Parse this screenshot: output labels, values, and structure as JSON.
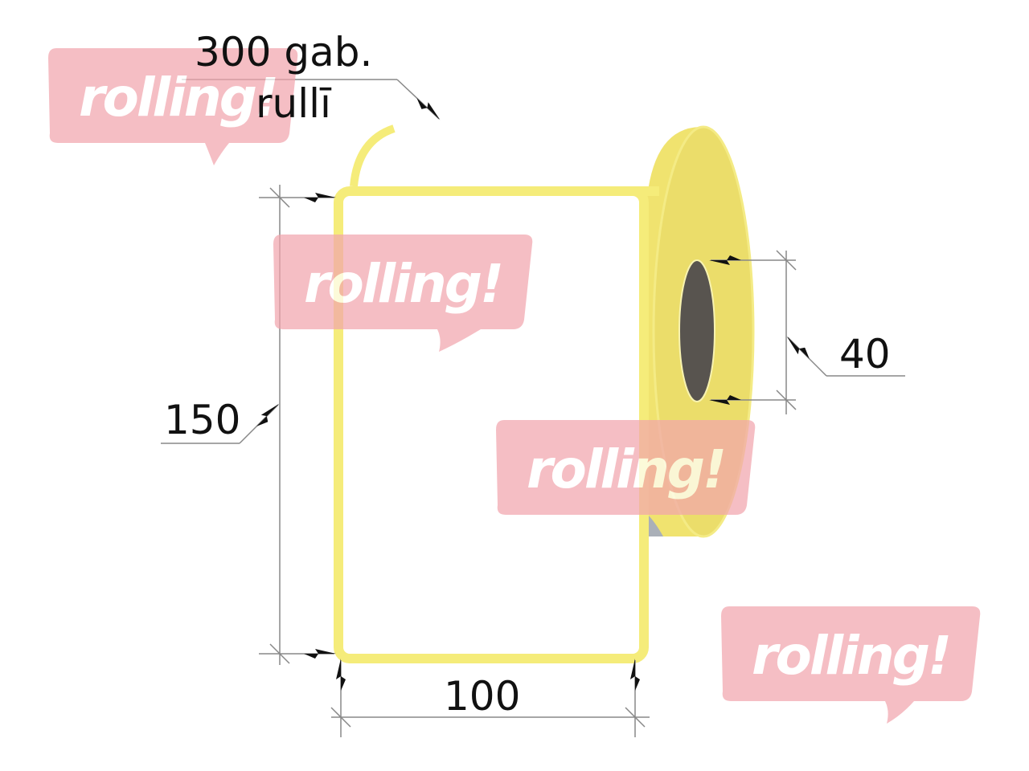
{
  "diagram": {
    "quantity_label": "300 gab.",
    "quantity_unit": "rullī",
    "height_label": "150",
    "width_label": "100",
    "core_diameter_label": "40",
    "colors": {
      "label_border": "#f5ec7a",
      "roll": "#ede06e",
      "core": "#58544f",
      "dimension_lines": "#888888"
    }
  },
  "watermarks": [
    {
      "text": "rolling!"
    },
    {
      "text": "rolling!"
    },
    {
      "text": "rolling!"
    },
    {
      "text": "rolling!"
    }
  ],
  "watermark_color": "#f2a5ad"
}
